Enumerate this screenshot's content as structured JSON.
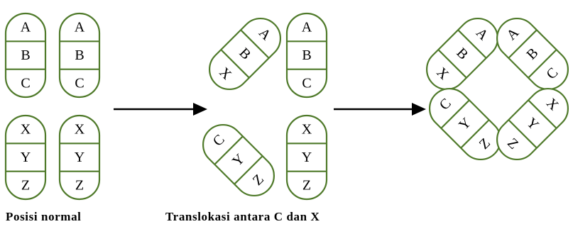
{
  "captions": {
    "normal": "Posisi normal",
    "translocation": "Translokasi antara C dan X"
  },
  "colors": {
    "outline": "#4f7a2a",
    "text": "#000000",
    "arrow": "#000000"
  },
  "stages": [
    {
      "name": "normal",
      "chromosomes": [
        [
          "A",
          "B",
          "C"
        ],
        [
          "A",
          "B",
          "C"
        ],
        [
          "X",
          "Y",
          "Z"
        ],
        [
          "X",
          "Y",
          "Z"
        ]
      ]
    },
    {
      "name": "translocation",
      "chromosomes": [
        [
          "A",
          "B",
          "X"
        ],
        [
          "A",
          "B",
          "C"
        ],
        [
          "C",
          "Y",
          "Z"
        ],
        [
          "X",
          "Y",
          "Z"
        ]
      ]
    },
    {
      "name": "quadrivalent",
      "chromosomes": [
        [
          "A",
          "B",
          "X"
        ],
        [
          "A",
          "B",
          "C"
        ],
        [
          "C",
          "Y",
          "Z"
        ],
        [
          "X",
          "Y",
          "Z"
        ]
      ]
    }
  ]
}
